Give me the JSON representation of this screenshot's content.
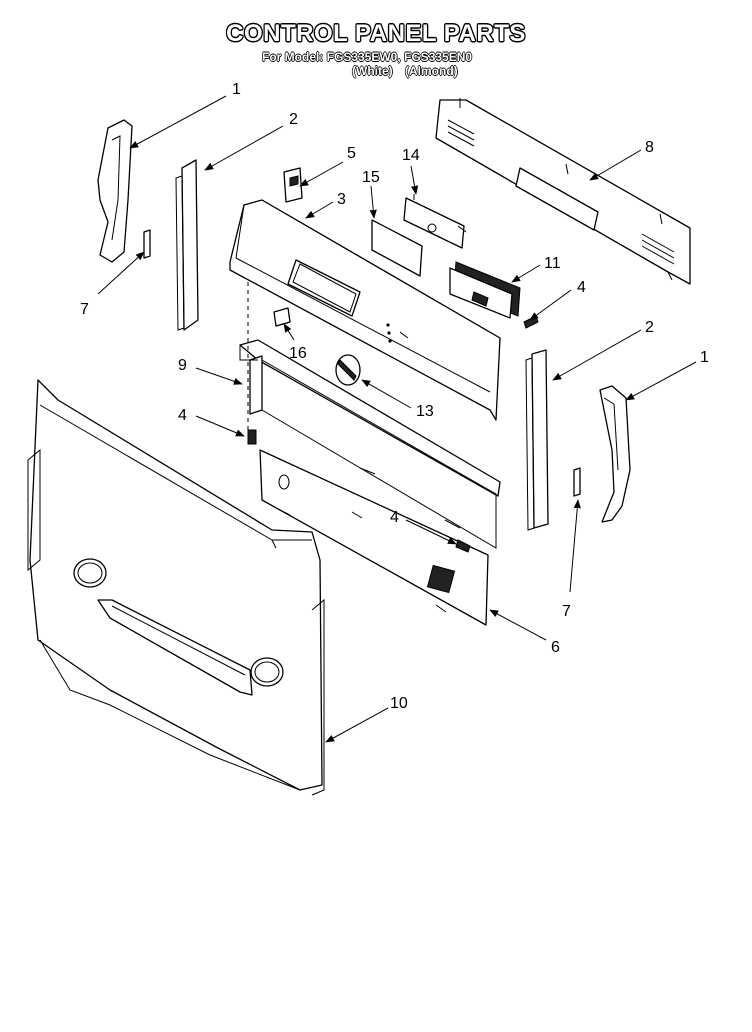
{
  "header": {
    "title": "CONTROL PANEL PARTS",
    "models": "For Model: FGS335EW0, FGS335EN0",
    "variant_white": "(White)",
    "variant_almond": "(Almond)"
  },
  "callouts": {
    "c1a": "1",
    "c2a": "2",
    "c5": "5",
    "c3": "3",
    "c14": "14",
    "c15": "15",
    "c8": "8",
    "c7a": "7",
    "c11": "11",
    "c4a": "4",
    "c16": "16",
    "c2b": "2",
    "c1b": "1",
    "c9": "9",
    "c13": "13",
    "c4b": "4",
    "c4c": "4",
    "c7b": "7",
    "c6": "6",
    "c10": "10"
  }
}
